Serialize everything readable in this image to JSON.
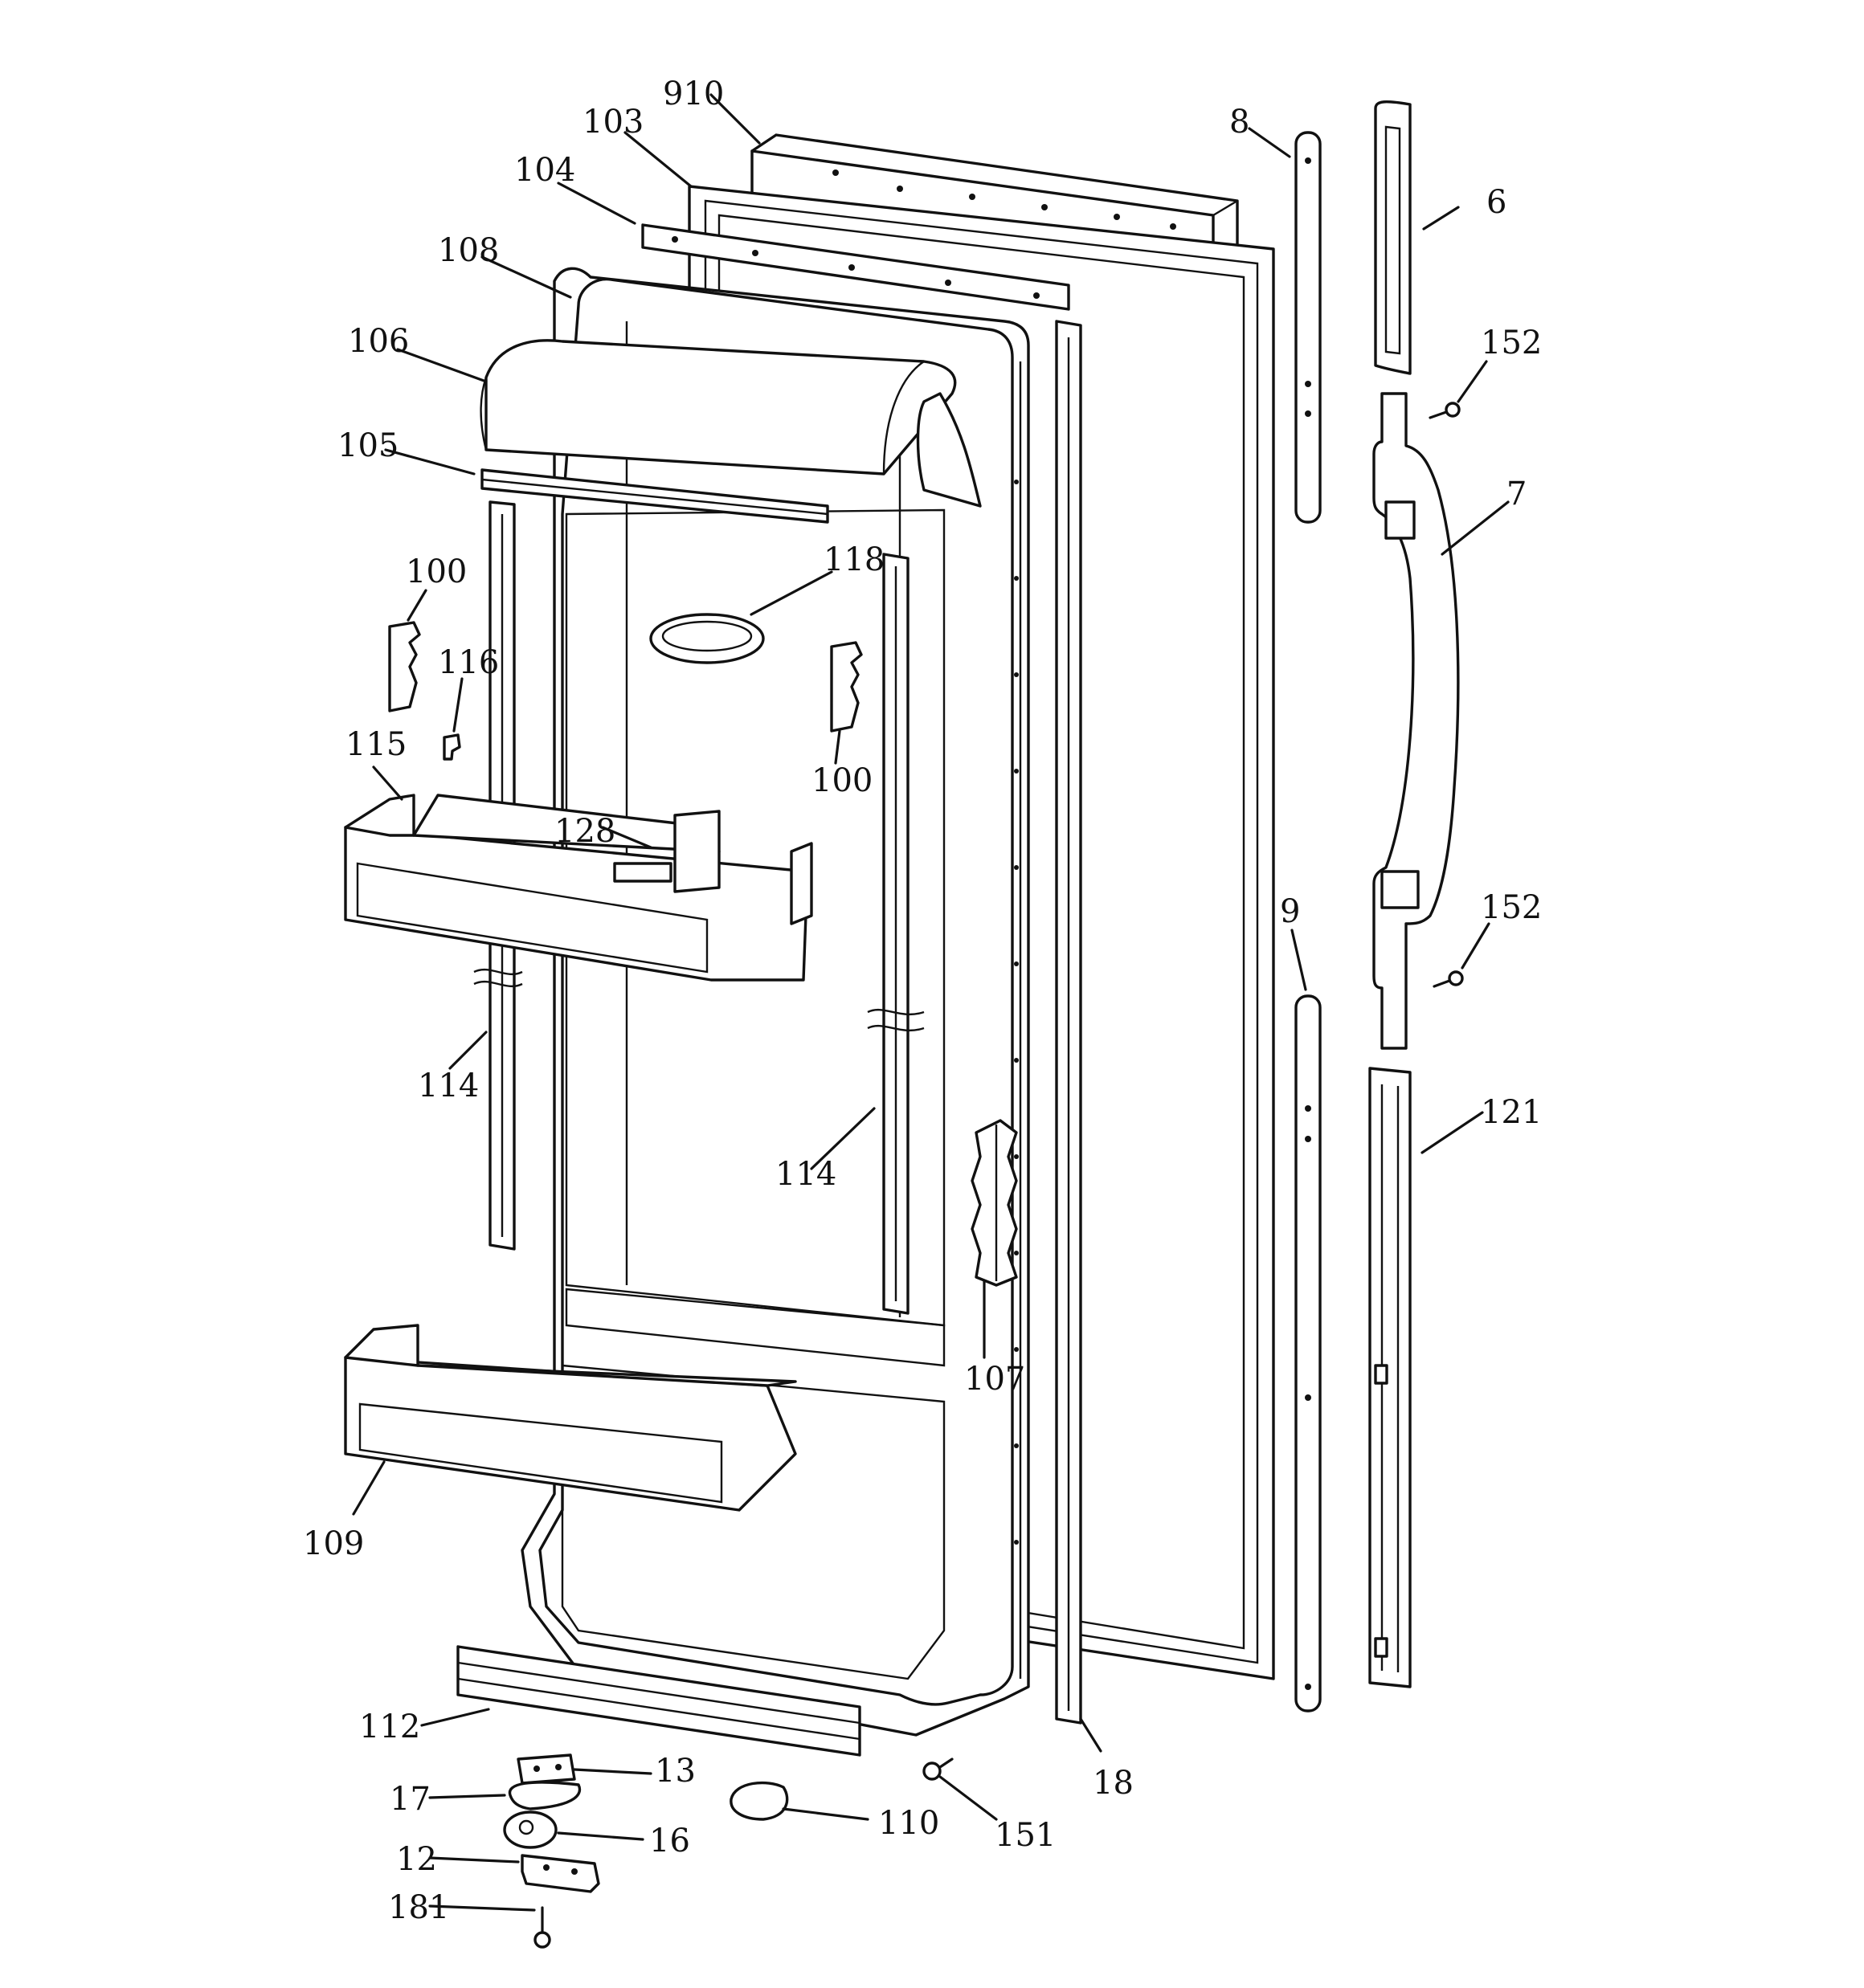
{
  "diagram": {
    "labels": [
      {
        "id": "l910",
        "text": "910"
      },
      {
        "id": "l103",
        "text": "103"
      },
      {
        "id": "l104",
        "text": "104"
      },
      {
        "id": "l108",
        "text": "108"
      },
      {
        "id": "l106",
        "text": "106"
      },
      {
        "id": "l105",
        "text": "105"
      },
      {
        "id": "l100a",
        "text": "100"
      },
      {
        "id": "l116",
        "text": "116"
      },
      {
        "id": "l118",
        "text": "118"
      },
      {
        "id": "l100b",
        "text": "100"
      },
      {
        "id": "l115",
        "text": "115"
      },
      {
        "id": "l128",
        "text": "128"
      },
      {
        "id": "l114a",
        "text": "114"
      },
      {
        "id": "l114b",
        "text": "114"
      },
      {
        "id": "l107",
        "text": "107"
      },
      {
        "id": "l109",
        "text": "109"
      },
      {
        "id": "l112",
        "text": "112"
      },
      {
        "id": "l13",
        "text": "13"
      },
      {
        "id": "l17",
        "text": "17"
      },
      {
        "id": "l16",
        "text": "16"
      },
      {
        "id": "l12",
        "text": "12"
      },
      {
        "id": "l181",
        "text": "181"
      },
      {
        "id": "l110",
        "text": "110"
      },
      {
        "id": "l151",
        "text": "151"
      },
      {
        "id": "l18",
        "text": "18"
      },
      {
        "id": "l8",
        "text": "8"
      },
      {
        "id": "l6",
        "text": "6"
      },
      {
        "id": "l152a",
        "text": "152"
      },
      {
        "id": "l7",
        "text": "7"
      },
      {
        "id": "l9",
        "text": "9"
      },
      {
        "id": "l152b",
        "text": "152"
      },
      {
        "id": "l121",
        "text": "121"
      }
    ]
  }
}
